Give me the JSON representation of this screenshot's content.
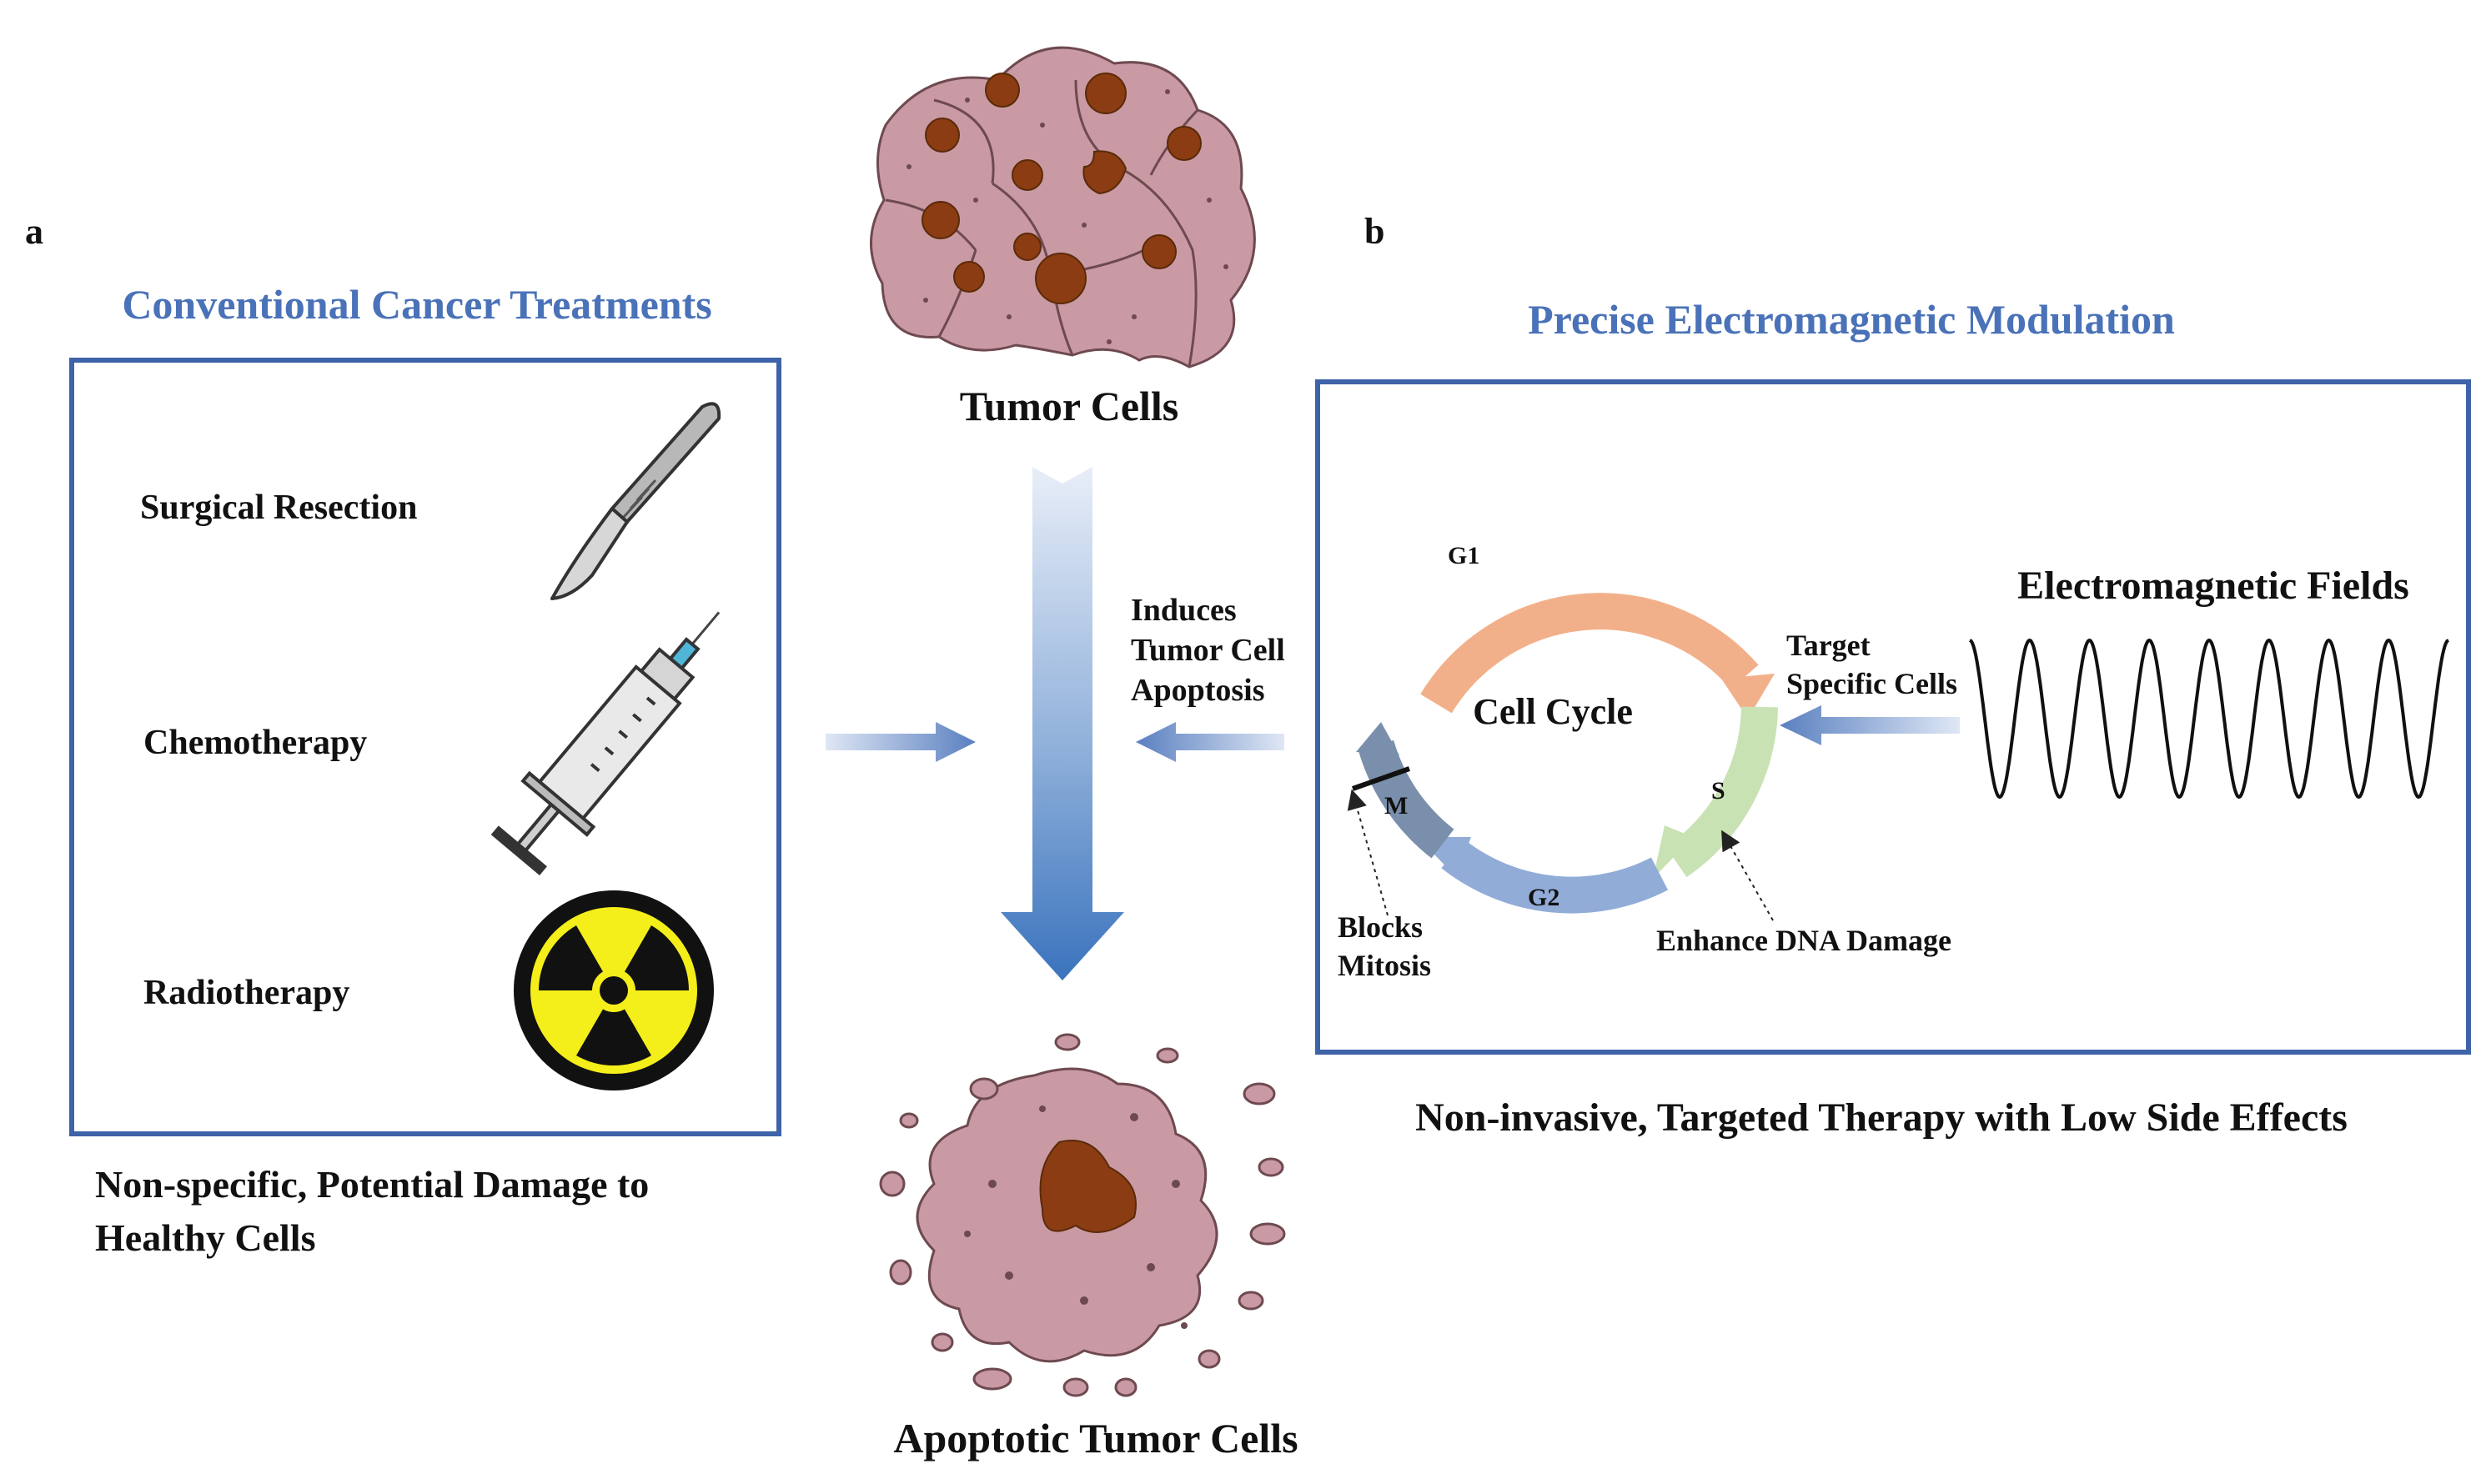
{
  "panel_a": {
    "letter": "a",
    "title": "Conventional Cancer Treatments",
    "items": [
      {
        "label": "Surgical Resection",
        "icon": "scalpel-icon"
      },
      {
        "label": "Chemotherapy",
        "icon": "syringe-icon"
      },
      {
        "label": "Radiotherapy",
        "icon": "radiation-icon"
      }
    ],
    "caption_line1": "Non-specific, Potential Damage to",
    "caption_line2": "Healthy Cells"
  },
  "center": {
    "top_label": "Tumor Cells",
    "bottom_label": "Apoptotic Tumor Cells",
    "induces_line1": "Induces",
    "induces_line2": "Tumor Cell",
    "induces_line3": "Apoptosis"
  },
  "panel_b": {
    "letter": "b",
    "title": "Precise Electromagnetic Modulation",
    "cycle_label": "Cell Cycle",
    "phases": {
      "g1": "G1",
      "s": "S",
      "g2": "G2",
      "m": "M"
    },
    "blocks_line1": "Blocks",
    "blocks_line2": "Mitosis",
    "dna_label": "Enhance DNA Damage",
    "target_line1": "Target",
    "target_line2": "Specific Cells",
    "em_label": "Electromagnetic Fields",
    "caption": "Non-invasive, Targeted Therapy with Low Side Effects"
  },
  "colors": {
    "accent_blue": "#4a72b8",
    "box_border": "#3f63a8",
    "g1": "#f2b08a",
    "s": "#c9e2b4",
    "g2": "#92acd8",
    "m": "#7a8fab",
    "cell_fill": "#c99aa3",
    "nucleus": "#8b3c12"
  }
}
